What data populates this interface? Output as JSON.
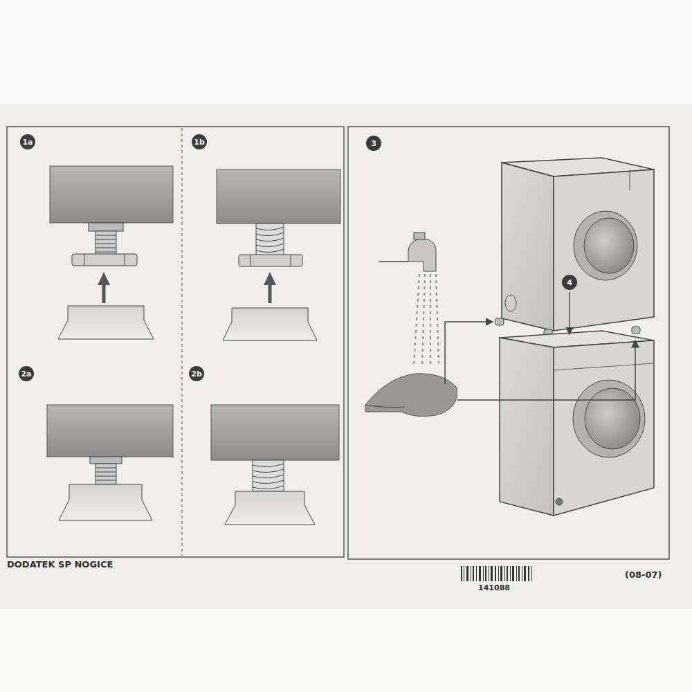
{
  "diagram": {
    "labels": [
      "1a",
      "1b",
      "2a",
      "2b",
      "3",
      "4",
      "DODATEK SP NOGICE",
      "141088",
      "(08-07)"
    ]
  }
}
